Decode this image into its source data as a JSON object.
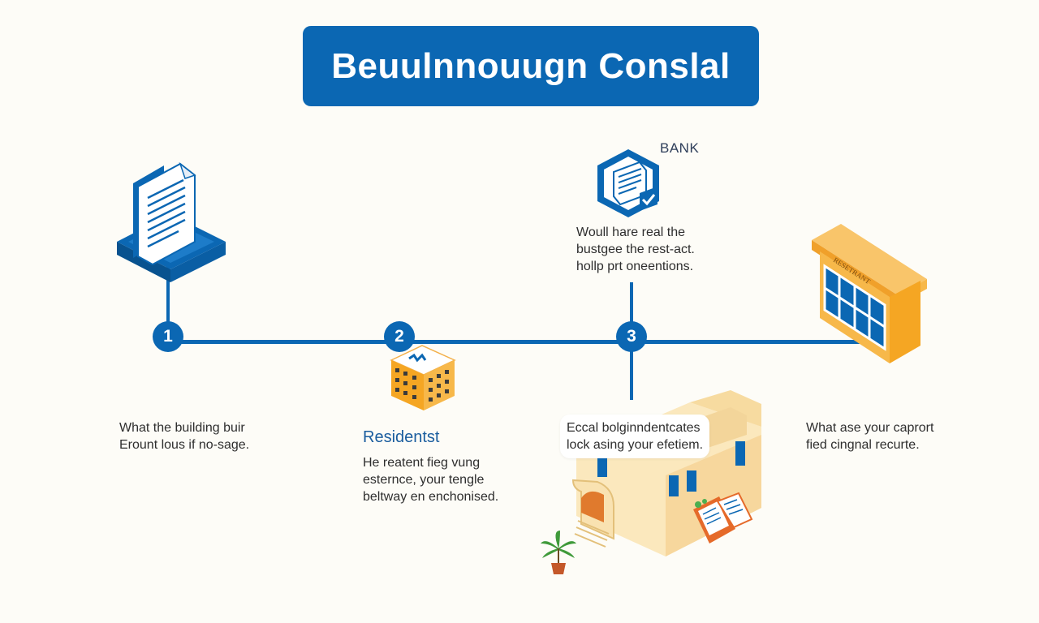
{
  "title": "Beuulnnouugn Conslal",
  "steps": [
    {
      "number": "1",
      "text_lines": [
        "What the building buir",
        "Erount lous if no-sage."
      ]
    },
    {
      "number": "2",
      "heading": "Residentst",
      "text_lines": [
        "He reatent fieg vung",
        "esternce, your tengle",
        "beltway en enchonised."
      ]
    },
    {
      "number": "3",
      "label": "BANK",
      "top_text_lines": [
        "Woull hare real the",
        "bustgee the rest-act.",
        "hollp prt oneentions."
      ],
      "text_lines": [
        "Eccal bolginndentcates",
        "lock asing your efetiem."
      ]
    },
    {
      "text_lines": [
        "What ase your caprort",
        "fied cingnal recurte."
      ]
    }
  ],
  "restaurant_sign": "RESETRANT",
  "colors": {
    "primary_blue": "#0b67b3",
    "accent_orange": "#f5a623",
    "building_cream": "#fbe8bd"
  }
}
